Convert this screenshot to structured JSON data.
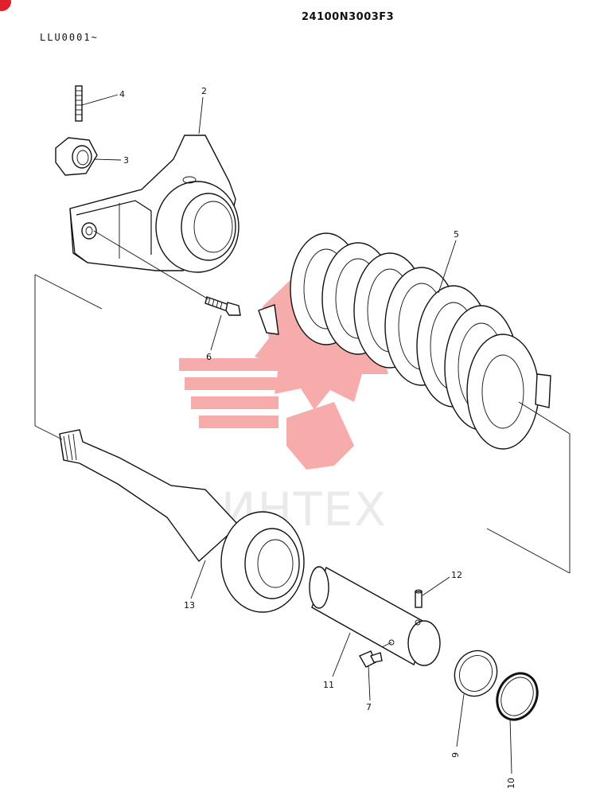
{
  "header": {
    "part_number": "24100N3003F3",
    "serial_range": "LLU0001~"
  },
  "watermark": {
    "text": "ИНТЕХ",
    "color": "#f26a6a"
  },
  "callouts": [
    {
      "id": "4",
      "label": "4"
    },
    {
      "id": "2",
      "label": "2"
    },
    {
      "id": "3",
      "label": "3"
    },
    {
      "id": "5",
      "label": "5"
    },
    {
      "id": "6",
      "label": "6"
    },
    {
      "id": "13",
      "label": "13"
    },
    {
      "id": "12",
      "label": "12"
    },
    {
      "id": "11",
      "label": "11"
    },
    {
      "id": "7",
      "label": "7"
    },
    {
      "id": "9",
      "label": "9"
    },
    {
      "id": "10",
      "label": "10"
    }
  ]
}
